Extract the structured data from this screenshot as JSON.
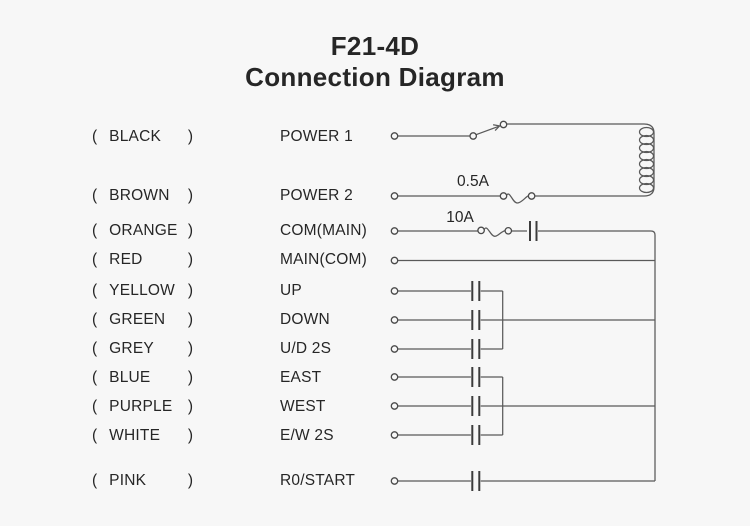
{
  "title": {
    "line1": "F21-4D",
    "line2": "Connection Diagram"
  },
  "symbols": {
    "paren_open": "(",
    "paren_close": ")"
  },
  "fuse_labels": {
    "power2": "0.5A",
    "com": "10A"
  },
  "rows": [
    {
      "color": "BLACK",
      "function": "POWER 1"
    },
    {
      "color": "BROWN",
      "function": "POWER 2"
    },
    {
      "color": "ORANGE",
      "function": "COM(MAIN)"
    },
    {
      "color": "RED",
      "function": "MAIN(COM)"
    },
    {
      "color": "YELLOW",
      "function": "UP"
    },
    {
      "color": "GREEN",
      "function": "DOWN"
    },
    {
      "color": "GREY",
      "function": "U/D 2S"
    },
    {
      "color": "BLUE",
      "function": "EAST"
    },
    {
      "color": "PURPLE",
      "function": "WEST"
    },
    {
      "color": "WHITE",
      "function": "E/W 2S"
    },
    {
      "color": "PINK",
      "function": "R0/START"
    }
  ],
  "colors": {
    "background": "#f7f7f7",
    "text": "#262626",
    "wire": "#5a5a5a",
    "contact": "#3c3c3c"
  }
}
